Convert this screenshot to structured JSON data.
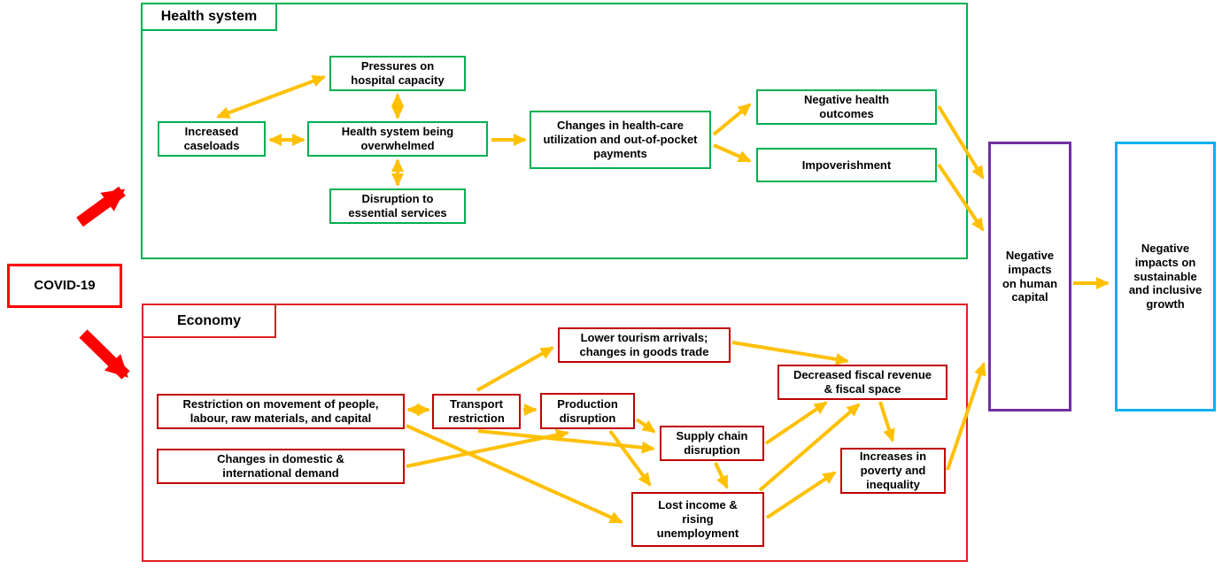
{
  "diagram": {
    "covid": {
      "label": "COVID-19"
    },
    "health_system": {
      "title": "Health system",
      "nodes": {
        "increased_caseloads": "Increased caseloads",
        "pressures_on_hospital_capacity": "Pressures on hospital capacity",
        "health_system_being_overwhelmed": "Health system being overwhelmed",
        "disruption_to_essential_services": "Disruption to essential services",
        "healthcare_utilization": "Changes in health-care utilization and out-of-pocket payments",
        "negative_health_outcomes": "Negative health outcomes",
        "impoverishment": "Impoverishment"
      }
    },
    "economy": {
      "title": "Economy",
      "nodes": {
        "restriction_on_movement": "Restriction on movement of people, labour, raw materials, and capital",
        "transport_restriction": "Transport restriction",
        "production_disruption": "Production disruption",
        "lower_tourism_arrivals": "Lower tourism arrivals; changes in goods trade",
        "supply_chain_disruption": "Supply chain disruption",
        "changes_in_demand": "Changes in domestic & international demand",
        "lost_income": "Lost income & rising unemployment",
        "decreased_fiscal_revenue": "Decreased fiscal revenue & fiscal space",
        "increases_in_poverty": "Increases in poverty and inequality"
      }
    },
    "outcomes": {
      "human_capital": "Negative impacts on human capital",
      "inclusive_growth": "Negative impacts on sustainable and inclusive growth"
    },
    "colors": {
      "health_border": "#00B050",
      "economy_container_border": "#E02020",
      "economy_node_border": "#C00000",
      "covid_border": "#FF0000",
      "human_capital_border": "#7030A0",
      "growth_border": "#00B0F0",
      "arrow": "#FFC000",
      "covid_arrow": "#FF0000"
    },
    "edges": [
      {
        "from": "increased_caseloads",
        "to": "pressures_on_hospital_capacity",
        "bidirectional": true
      },
      {
        "from": "increased_caseloads",
        "to": "health_system_being_overwhelmed",
        "bidirectional": true
      },
      {
        "from": "health_system_being_overwhelmed",
        "to": "pressures_on_hospital_capacity",
        "bidirectional": true
      },
      {
        "from": "health_system_being_overwhelmed",
        "to": "disruption_to_essential_services",
        "bidirectional": true
      },
      {
        "from": "health_system_being_overwhelmed",
        "to": "healthcare_utilization",
        "bidirectional": false
      },
      {
        "from": "healthcare_utilization",
        "to": "negative_health_outcomes",
        "bidirectional": false
      },
      {
        "from": "healthcare_utilization",
        "to": "impoverishment",
        "bidirectional": false
      },
      {
        "from": "negative_health_outcomes",
        "to": "human_capital",
        "bidirectional": false
      },
      {
        "from": "impoverishment",
        "to": "human_capital",
        "bidirectional": false
      },
      {
        "from": "covid",
        "to": "health_system",
        "bidirectional": false
      },
      {
        "from": "covid",
        "to": "economy",
        "bidirectional": false
      },
      {
        "from": "restriction_on_movement",
        "to": "transport_restriction",
        "bidirectional": true
      },
      {
        "from": "transport_restriction",
        "to": "production_disruption",
        "bidirectional": false
      },
      {
        "from": "transport_restriction",
        "to": "lower_tourism_arrivals",
        "bidirectional": false
      },
      {
        "from": "transport_restriction",
        "to": "supply_chain_disruption",
        "bidirectional": false
      },
      {
        "from": "changes_in_demand",
        "to": "production_disruption",
        "bidirectional": false
      },
      {
        "from": "restriction_on_movement",
        "to": "lost_income",
        "bidirectional": false
      },
      {
        "from": "production_disruption",
        "to": "supply_chain_disruption",
        "bidirectional": false
      },
      {
        "from": "production_disruption",
        "to": "lost_income",
        "bidirectional": false
      },
      {
        "from": "supply_chain_disruption",
        "to": "lost_income",
        "bidirectional": false
      },
      {
        "from": "supply_chain_disruption",
        "to": "decreased_fiscal_revenue",
        "bidirectional": false
      },
      {
        "from": "lower_tourism_arrivals",
        "to": "decreased_fiscal_revenue",
        "bidirectional": false
      },
      {
        "from": "lost_income",
        "to": "decreased_fiscal_revenue",
        "bidirectional": false
      },
      {
        "from": "lost_income",
        "to": "increases_in_poverty",
        "bidirectional": false
      },
      {
        "from": "decreased_fiscal_revenue",
        "to": "increases_in_poverty",
        "bidirectional": false
      },
      {
        "from": "increases_in_poverty",
        "to": "human_capital",
        "bidirectional": false
      },
      {
        "from": "human_capital",
        "to": "inclusive_growth",
        "bidirectional": false
      }
    ]
  }
}
